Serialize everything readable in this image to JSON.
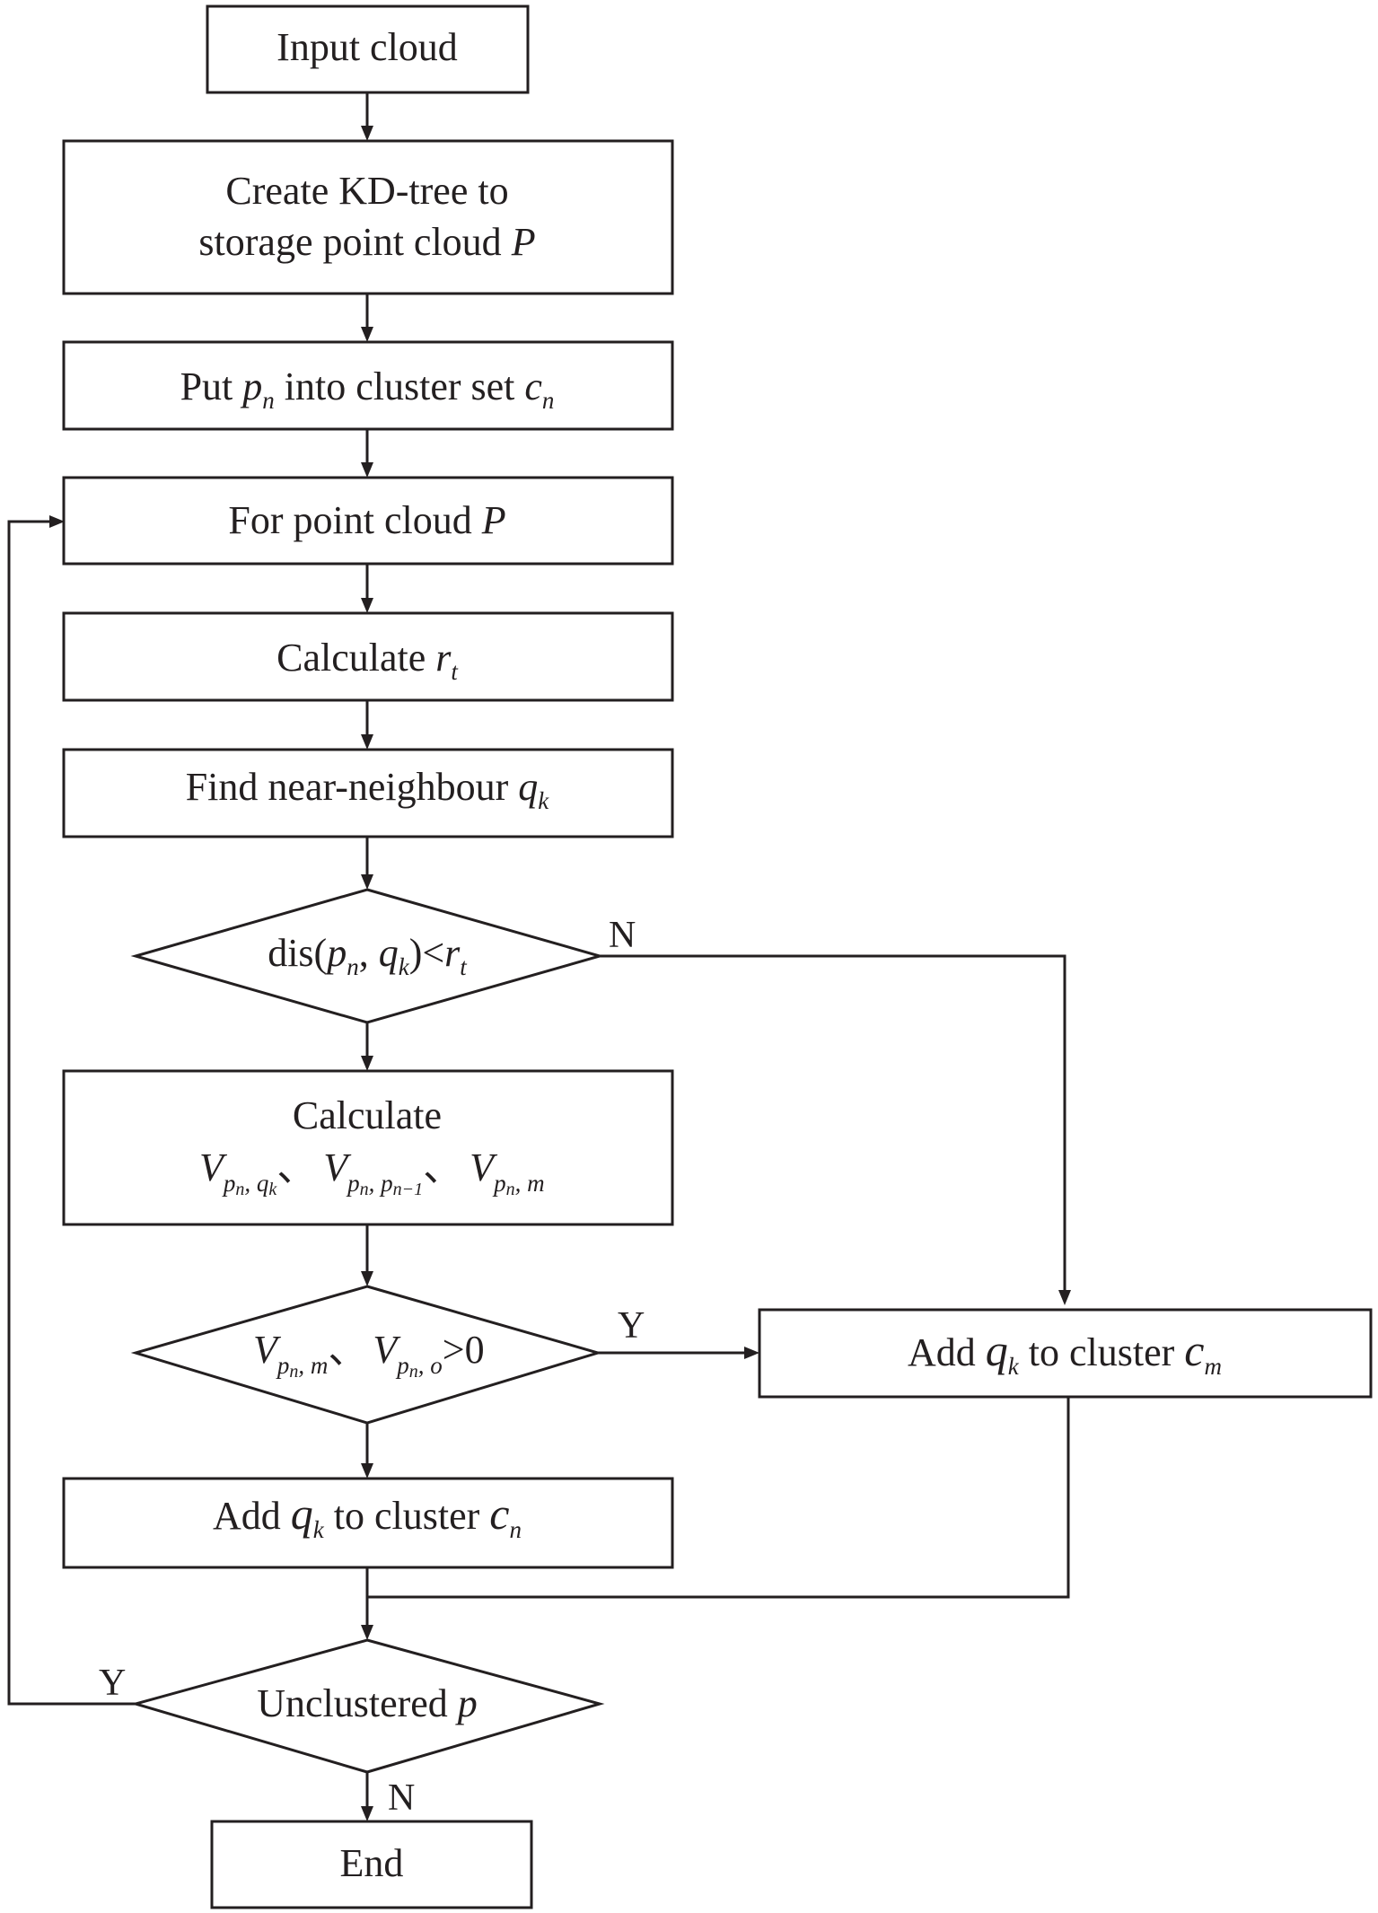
{
  "nodes": {
    "input": {
      "text": "Input cloud"
    },
    "kdtree": {
      "line1": "Create KD-tree to",
      "line2_pre": "storage point cloud ",
      "line2_var": "P"
    },
    "put": {
      "pre": "Put ",
      "var_p": "p",
      "p_sub": "n",
      "mid": " into cluster set ",
      "var_c": "c",
      "c_sub": "n"
    },
    "for": {
      "pre": "For point cloud ",
      "var": "P"
    },
    "calc_rt": {
      "pre": "Calculate ",
      "var": "r",
      "sub": "t"
    },
    "find": {
      "pre": "Find near-neighbour ",
      "var": "q",
      "sub": "k"
    },
    "dis": {
      "pre": "dis(",
      "p": "p",
      "p_sub": "n",
      "comma": ", ",
      "q": "q",
      "q_sub": "k",
      "close": ")<",
      "r": "r",
      "r_sub": "t"
    },
    "calc_v": {
      "title": "Calculate",
      "v": "V",
      "p": "p",
      "n": "n",
      "q": "q",
      "k": "k",
      "n1": "n−1",
      "m": "m",
      "sep": "、"
    },
    "vcheck": {
      "v": "V",
      "p": "p",
      "n": "n",
      "m": "m",
      "o": "o",
      "sep": "、",
      "tail": ">0"
    },
    "add_cm": {
      "pre": "Add ",
      "q": "q",
      "k": "k",
      "mid": " to cluster ",
      "c": "c",
      "m": "m"
    },
    "add_cn": {
      "pre": "Add ",
      "q": "q",
      "k": "k",
      "mid": " to cluster ",
      "c": "c",
      "n": "n"
    },
    "unclustered": {
      "pre": "Unclustered ",
      "var": "p"
    },
    "end": {
      "text": "End"
    }
  },
  "edge_labels": {
    "dis_no": "N",
    "vcheck_yes": "Y",
    "unclustered_yes": "Y",
    "unclustered_no": "N"
  },
  "colors": {
    "stroke": "#231f20",
    "background": "#ffffff"
  }
}
